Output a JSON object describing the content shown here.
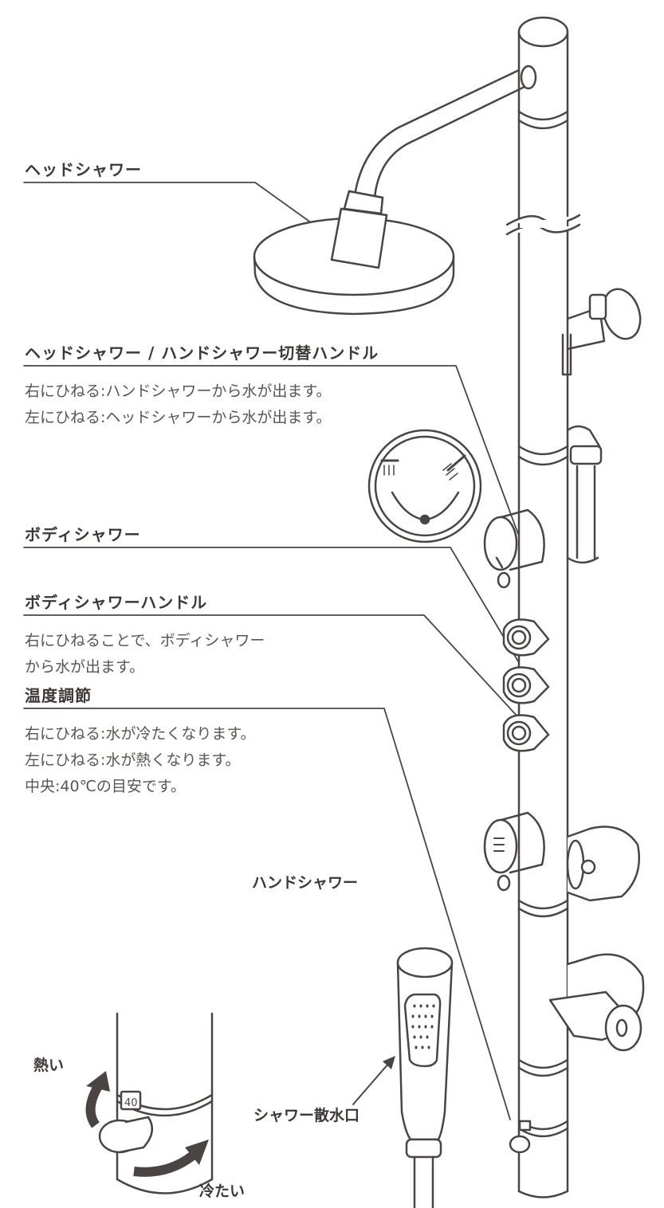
{
  "labels": {
    "head_shower": "ヘッドシャワー",
    "switch_handle": "ヘッドシャワー / ハンドシャワー切替ハンドル",
    "switch_desc": [
      "右にひねる:ハンドシャワーから水が出ます。",
      "左にひねる:ヘッドシャワーから水が出ます。"
    ],
    "body_shower": "ボディシャワー",
    "body_handle": "ボディシャワーハンドル",
    "body_handle_desc": [
      "右にひねることで、ボディシャワー",
      "から水が出ます。"
    ],
    "temperature": "温度調節",
    "temperature_desc": [
      "右にひねる:水が冷たくなります。",
      "左にひねる:水が熱くなります。",
      "中央:40℃の目安です。"
    ],
    "hand_shower": "ハンドシャワー",
    "spray_outlet": "シャワー散水口",
    "hot": "熱い",
    "cold": "冷たい",
    "dial_mark": "40"
  },
  "colors": {
    "line": "#4a4542",
    "arrow": "#4a4542",
    "background": "#ffffff"
  },
  "icons": [
    "overhead-shower-icon",
    "hand-shower-icon",
    "rotate-arrow-icon",
    "grip-lines-icon"
  ]
}
